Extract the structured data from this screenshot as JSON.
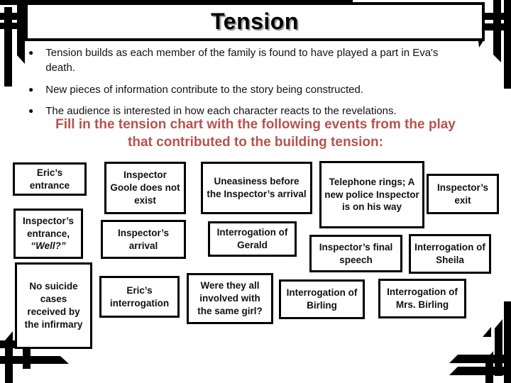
{
  "slide": {
    "title": "Tension",
    "bullets": [
      "Tension builds as each member of the family is found to have played a part in Eva's death.",
      "New pieces of information contribute to the story being constructed.",
      "The audience is interested in how each character reacts to the revelations."
    ],
    "instruction": {
      "line1": "Fill in the tension chart with the following events from the play",
      "line2": "that contributed to the building tension:"
    },
    "accent_color": "#b5534e",
    "events": [
      {
        "id": "erics-entrance",
        "text": "Eric’s entrance"
      },
      {
        "id": "inspectors-entrance",
        "text": "Inspector’s entrance,",
        "quote": "“Well?”"
      },
      {
        "id": "no-suicide-cases",
        "text": "No suicide cases received by the infirmary"
      },
      {
        "id": "goole-does-not-exist",
        "text": "Inspector Goole does not exist"
      },
      {
        "id": "inspectors-arrival",
        "text": "Inspector’s arrival"
      },
      {
        "id": "erics-interrogation",
        "text": "Eric’s interrogation"
      },
      {
        "id": "uneasiness-before-arrival",
        "text": "Uneasiness before the Inspector’s arrival"
      },
      {
        "id": "interrogation-of-gerald",
        "text": "Interrogation of Gerald"
      },
      {
        "id": "same-girl-question",
        "text": "Were they all involved with the same girl?"
      },
      {
        "id": "telephone-rings",
        "text": "Telephone rings; A new police Inspector is on his way"
      },
      {
        "id": "inspectors-final-speech",
        "text": "Inspector’s final speech"
      },
      {
        "id": "interrogation-of-birling",
        "text": "Interrogation of Birling"
      },
      {
        "id": "inspectors-exit",
        "text": "Inspector’s exit"
      },
      {
        "id": "interrogation-of-sheila",
        "text": "Interrogation of Sheila"
      },
      {
        "id": "interrogation-of-mrs-birling",
        "text": "Interrogation of Mrs. Birling"
      }
    ]
  }
}
